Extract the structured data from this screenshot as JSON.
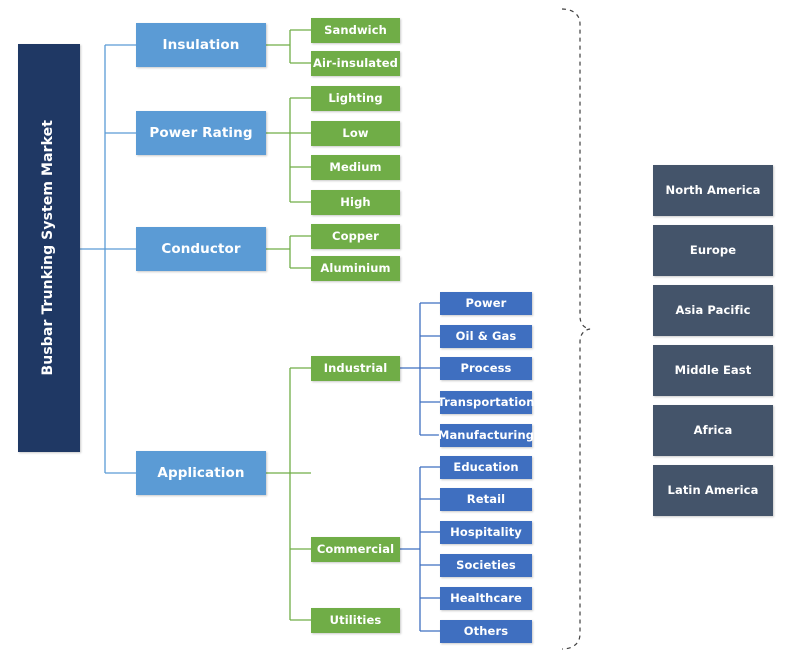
{
  "diagram": {
    "title": "Busbar Trunking System Market",
    "root": {
      "label": "Busbar Trunking System Market",
      "color": "#1F3864"
    },
    "colors": {
      "root": "#1F3864",
      "level1": "#5B9BD5",
      "level2": "#70AD47",
      "level3": "#3F6FC0",
      "region": "#44546A",
      "connector_blue": "#5B9BD5",
      "connector_green": "#70AD47",
      "connector_dark_blue": "#3F6FC0",
      "bracket": "#404040",
      "background": "#FFFFFF"
    },
    "segments": [
      {
        "label": "Insulation",
        "children": [
          {
            "label": "Sandwich"
          },
          {
            "label": "Air-insulated"
          }
        ]
      },
      {
        "label": "Power Rating",
        "children": [
          {
            "label": "Lighting"
          },
          {
            "label": "Low"
          },
          {
            "label": "Medium"
          },
          {
            "label": "High"
          }
        ]
      },
      {
        "label": "Conductor",
        "children": [
          {
            "label": "Copper"
          },
          {
            "label": "Aluminium"
          }
        ]
      },
      {
        "label": "Application",
        "children": [
          {
            "label": "Industrial",
            "children": [
              {
                "label": "Power"
              },
              {
                "label": "Oil & Gas"
              },
              {
                "label": "Process"
              },
              {
                "label": "Transportation"
              },
              {
                "label": "Manufacturing"
              }
            ]
          },
          {
            "label": "Commercial",
            "children": [
              {
                "label": "Education"
              },
              {
                "label": "Retail"
              },
              {
                "label": "Hospitality"
              },
              {
                "label": "Societies"
              },
              {
                "label": "Healthcare"
              },
              {
                "label": "Others"
              }
            ]
          },
          {
            "label": "Utilities",
            "children": []
          }
        ]
      }
    ],
    "regions": [
      {
        "label": "North America"
      },
      {
        "label": "Europe"
      },
      {
        "label": "Asia Pacific"
      },
      {
        "label": "Middle East"
      },
      {
        "label": "Africa"
      },
      {
        "label": "Latin America"
      }
    ],
    "bracket": {
      "style": "dashed-curly-brace",
      "orientation": "right-pointing"
    }
  }
}
